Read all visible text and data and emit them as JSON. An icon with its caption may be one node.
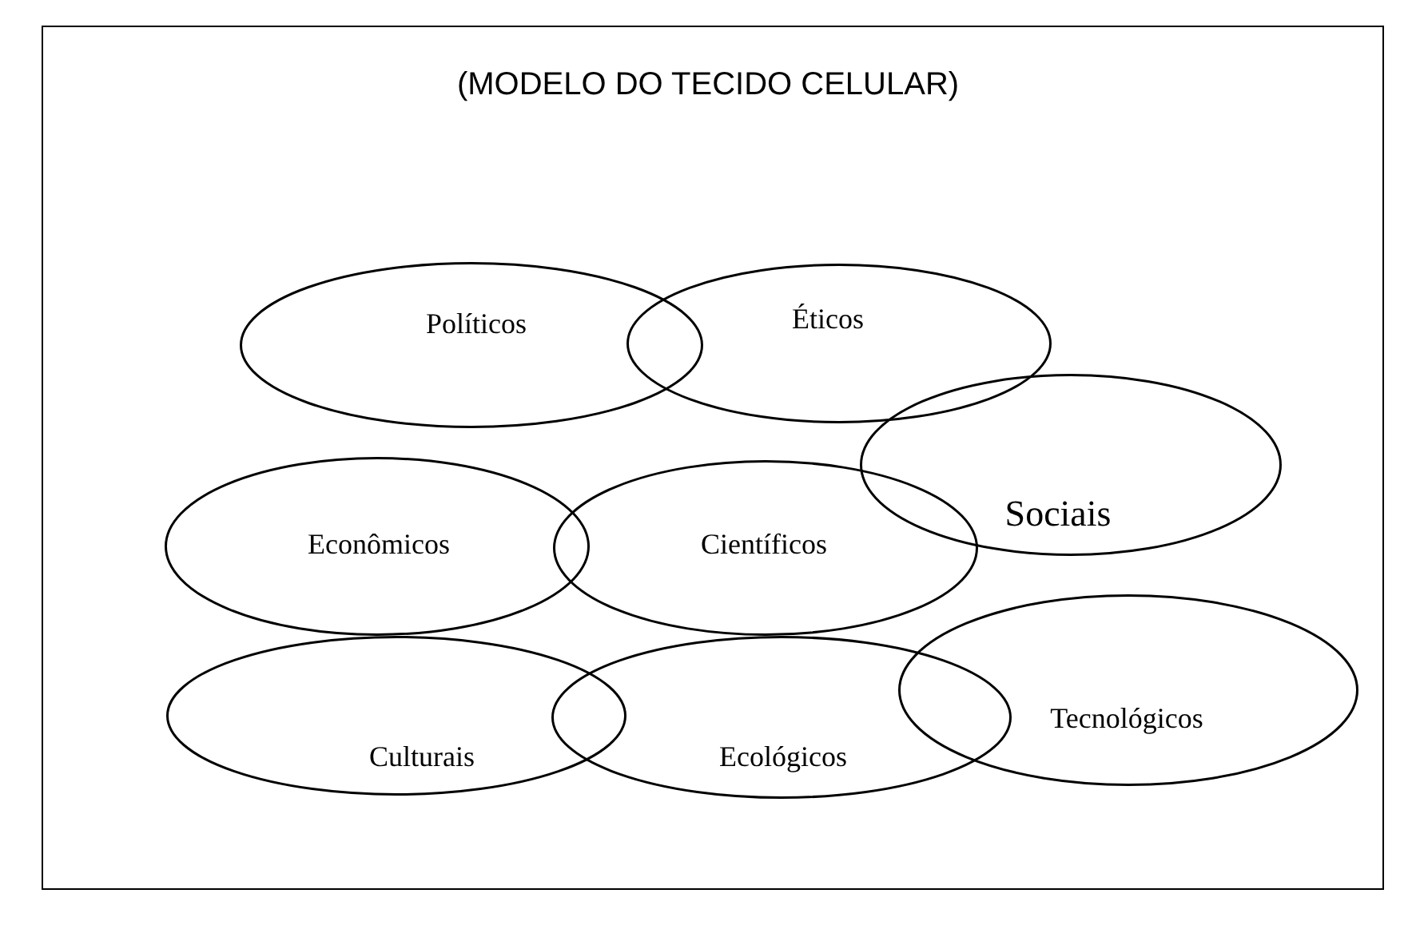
{
  "diagram": {
    "title": "(MODELO DO TECIDO CELULAR)",
    "nodes": [
      {
        "text": [
          "Políticos"
        ]
      },
      {
        "text": [
          "Éticos"
        ]
      },
      {
        "text": [
          "Sociais"
        ]
      },
      {
        "text": [
          "Econômicos"
        ]
      },
      {
        "text": [
          "Científicos"
        ]
      },
      {
        "text": [
          "Culturais"
        ]
      },
      {
        "text": [
          "Ecológicos"
        ]
      },
      {
        "text": [
          "Tecnológicos"
        ]
      }
    ]
  }
}
